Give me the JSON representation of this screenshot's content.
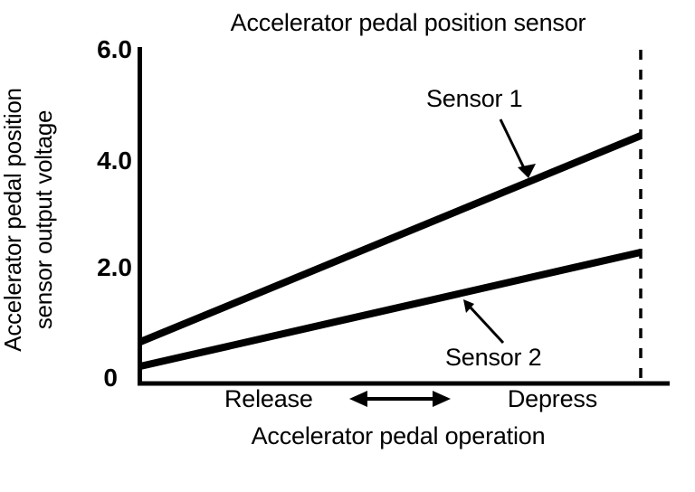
{
  "chart_data": {
    "type": "line",
    "title": "Accelerator pedal position sensor",
    "xlabel": "Accelerator pedal operation",
    "ylabel": "Accelerator pedal position sensor output voltage",
    "ylabel_line1": "Accelerator pedal position",
    "ylabel_line2": "sensor output voltage",
    "ylim": [
      0,
      6.0
    ],
    "yticks": [
      "0",
      "2.0",
      "4.0",
      "6.0"
    ],
    "ytick_values": [
      0,
      2.0,
      4.0,
      6.0
    ],
    "xlim_labels": [
      "Release",
      "Depress"
    ],
    "x_direction_left": "Release",
    "x_direction_right": "Depress",
    "grid": false,
    "legend": "inline-annotations",
    "x": [
      0,
      100
    ],
    "series": [
      {
        "name": "Sensor 1",
        "label": "Sensor 1",
        "values": [
          0.75,
          4.45
        ],
        "color": "#000000"
      },
      {
        "name": "Sensor 2",
        "label": "Sensor 2",
        "values": [
          0.31,
          2.36
        ],
        "color": "#000000"
      }
    ],
    "annotations": [
      {
        "text": "Sensor 1",
        "target_series": "Sensor 1"
      },
      {
        "text": "Sensor 2",
        "target_series": "Sensor 2"
      }
    ],
    "full_scale_marker": {
      "style": "dashed",
      "orientation": "vertical",
      "x_value": 100
    },
    "colors": {
      "background": "#ffffff",
      "axis": "#000000",
      "line": "#000000",
      "text": "#000000"
    }
  }
}
